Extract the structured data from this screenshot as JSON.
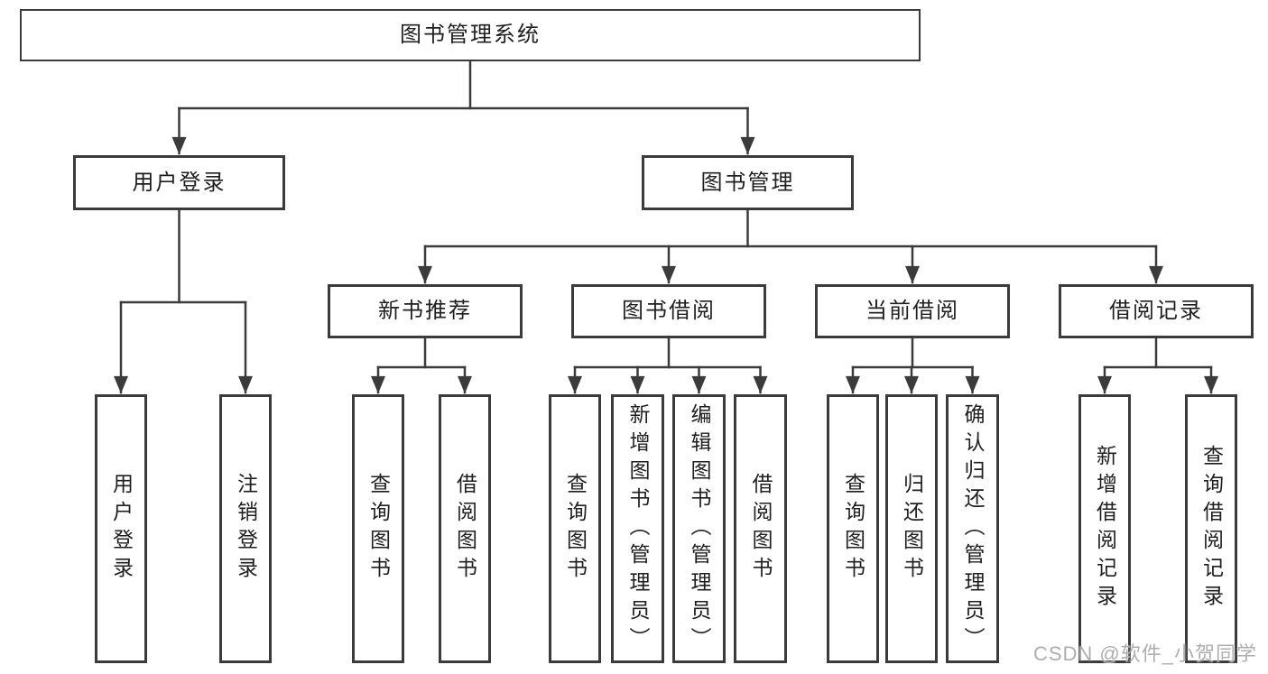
{
  "colors": {
    "line": "#3b3b3b",
    "text": "#1f1f1f",
    "watermark": "#aaaaaa",
    "background": "#ffffff"
  },
  "tree": {
    "root": {
      "label": "图书管理系统"
    },
    "children": [
      {
        "label": "用户登录",
        "children": [
          {
            "label": "用户登录"
          },
          {
            "label": "注销登录"
          }
        ]
      },
      {
        "label": "图书管理",
        "children": [
          {
            "label": "新书推荐",
            "children": [
              {
                "label": "查询图书"
              },
              {
                "label": "借阅图书"
              }
            ]
          },
          {
            "label": "图书借阅",
            "children": [
              {
                "label": "查询图书"
              },
              {
                "label": "新增图书（管理员）"
              },
              {
                "label": "编辑图书（管理员）"
              },
              {
                "label": "借阅图书"
              }
            ]
          },
          {
            "label": "当前借阅",
            "children": [
              {
                "label": "查询图书"
              },
              {
                "label": "归还图书"
              },
              {
                "label": "确认归还（管理员）"
              }
            ]
          },
          {
            "label": "借阅记录",
            "children": [
              {
                "label": "新增借阅记录"
              },
              {
                "label": "查询借阅记录"
              }
            ]
          }
        ]
      }
    ]
  },
  "watermark": {
    "text": "CSDN @软件_小贺同学"
  }
}
